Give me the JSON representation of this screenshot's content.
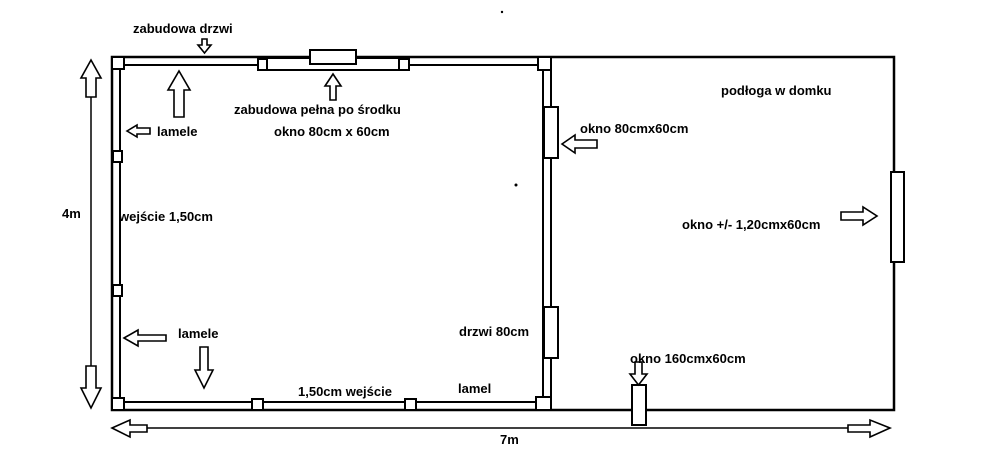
{
  "labels": {
    "door_build": "zabudowa drzwi",
    "full_build": "zabudowa pełna po środku",
    "window_top": "okno 80cm x 60cm",
    "slats_top": "lamele",
    "entrance_left": "wejście 1,50cm",
    "slats_bottom": "lamele",
    "entrance_bottom": "1,50cm wejście",
    "slat_bottom": "lamel",
    "door": "drzwi 80cm",
    "window_partition": "okno 80cmx60cm",
    "floor": "podłoga w domku",
    "window_right": "okno +/- 1,20cmx60cm",
    "window_bottom": "okno 160cmx60cm",
    "height_dim": "4m",
    "width_dim": "7m"
  }
}
